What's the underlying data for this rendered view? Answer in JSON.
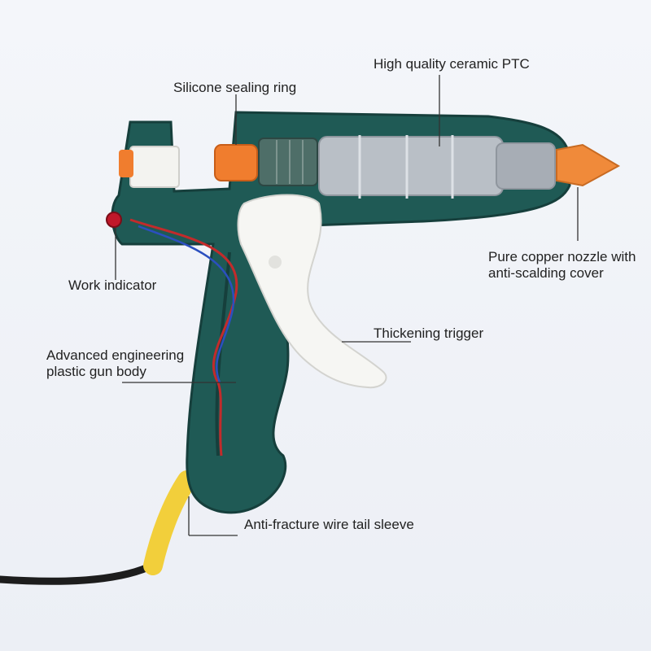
{
  "colors": {
    "body": "#1f5a55",
    "body_dark": "#163f3c",
    "trigger": "#f6f6f3",
    "nozzle": "#f08a3a",
    "ring": "#f07d2e",
    "sleeve": "#f2cf3b",
    "heater": "#b9bfc6",
    "leader": "#333333"
  },
  "labels": {
    "ptc": "High quality ceramic PTC",
    "silicone": "Silicone sealing ring",
    "nozzle_l1": "Pure copper nozzle with",
    "nozzle_l2": "anti-scalding cover",
    "indicator": "Work indicator",
    "trigger": "Thickening trigger",
    "body_l1": "Advanced engineering",
    "body_l2": "plastic gun body",
    "sleeve": "Anti-fracture wire tail sleeve"
  }
}
